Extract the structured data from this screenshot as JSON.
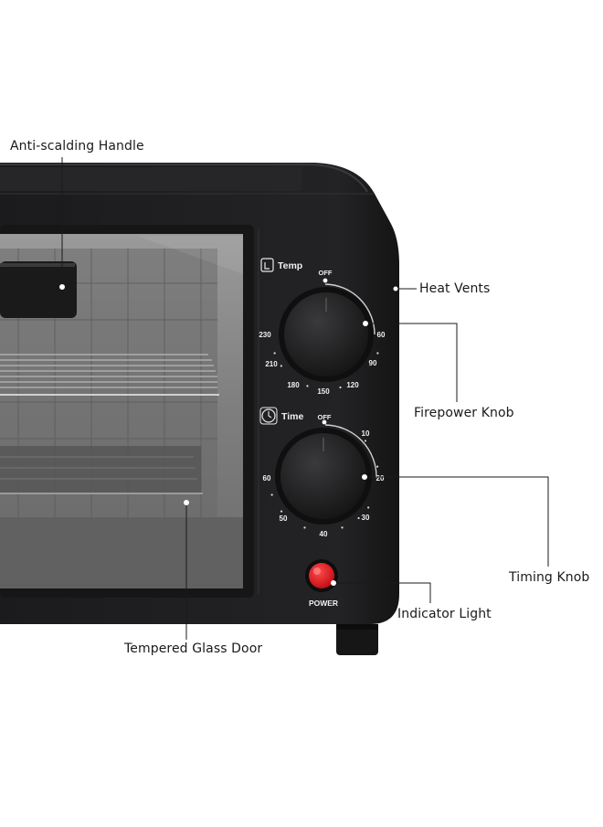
{
  "callouts": {
    "handle": "Anti-scalding Handle",
    "vents": "Heat Vents",
    "firepower": "Firepower Knob",
    "timing": "Timing Knob",
    "indicator": "Indicator Light",
    "door": "Tempered Glass Door"
  },
  "temp_dial": {
    "title": "Temp",
    "marks": [
      "OFF",
      "60",
      "90",
      "120",
      "150",
      "180",
      "210",
      "230"
    ]
  },
  "time_dial": {
    "title": "Time",
    "marks": [
      "OFF",
      "10",
      "20",
      "30",
      "40",
      "50",
      "60"
    ]
  },
  "power_label": "POWER",
  "colors": {
    "body": "#1f1f21",
    "indicator": "#e0141c",
    "glass": "#8c8c8c"
  }
}
